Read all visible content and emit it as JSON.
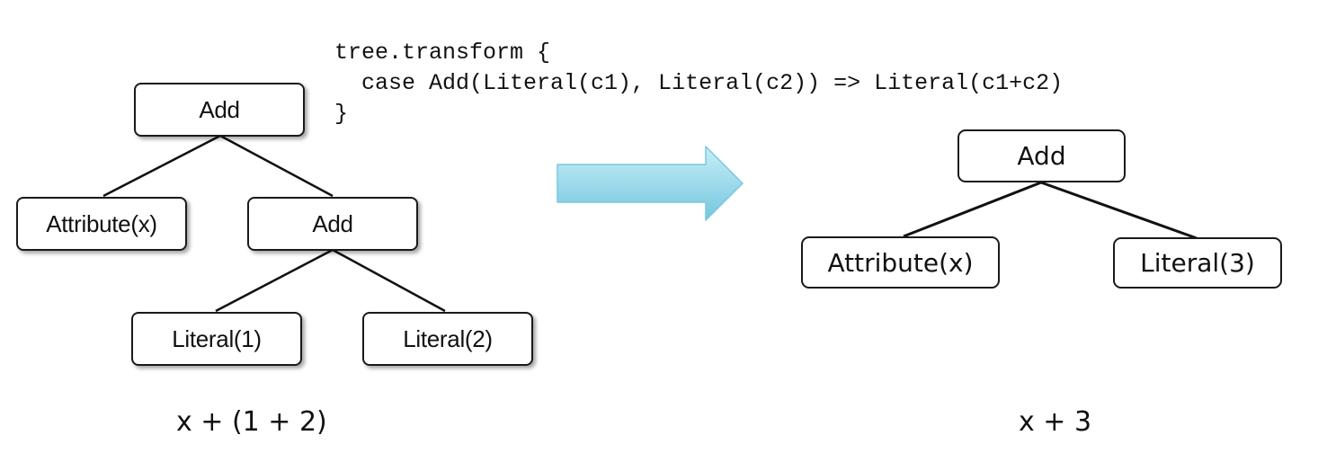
{
  "code": {
    "line1": "tree.transform {",
    "line2": "  case Add(Literal(c1), Literal(c2)) => Literal(c1+c2)",
    "line3": "}"
  },
  "left_tree": {
    "root": "Add",
    "attribute": "Attribute(x)",
    "inner_add": "Add",
    "literal_1": "Literal(1)",
    "literal_2": "Literal(2)",
    "expression": "x + (1 + 2)"
  },
  "right_tree": {
    "root": "Add",
    "attribute": "Attribute(x)",
    "literal": "Literal(3)",
    "expression": "x + 3"
  },
  "colors": {
    "arrow_light": "#c8eef7",
    "arrow_dark": "#74c6de",
    "arrow_edge": "#79c8e0",
    "line": "#111111"
  }
}
